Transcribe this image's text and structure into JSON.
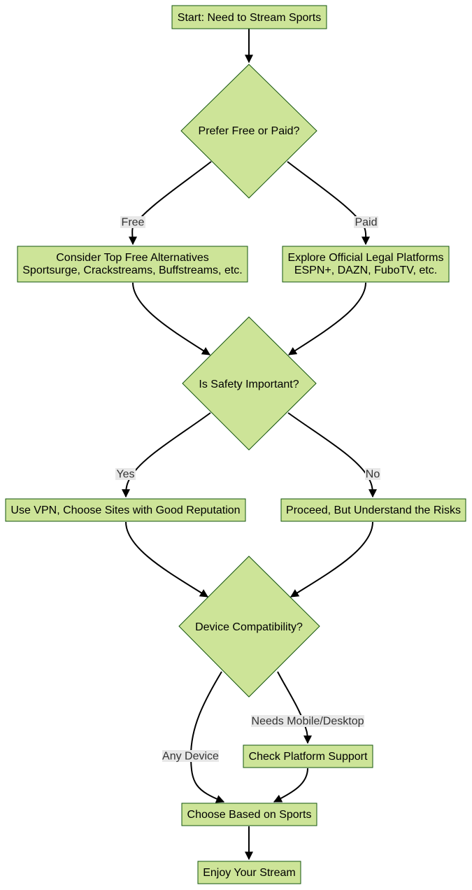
{
  "colors": {
    "node_fill": "#cde498",
    "node_stroke": "#13540c",
    "edge": "#000000",
    "label_bg": "#e8e8e8"
  },
  "nodes": {
    "start": {
      "label": "Start: Need to Stream Sports"
    },
    "prefer_free_paid": {
      "label": "Prefer Free or Paid?"
    },
    "free_alternatives": {
      "line1": "Consider Top Free Alternatives",
      "line2": "Sportsurge, Crackstreams, Buffstreams, etc."
    },
    "legal_platforms": {
      "line1": "Explore Official Legal Platforms",
      "line2": "ESPN+, DAZN, FuboTV, etc."
    },
    "safety_important": {
      "label": "Is Safety Important?"
    },
    "use_vpn": {
      "label": "Use VPN, Choose Sites with Good Reputation"
    },
    "proceed_risks": {
      "label": "Proceed, But Understand the Risks"
    },
    "device_compat": {
      "label": "Device Compatibility?"
    },
    "check_platform": {
      "label": "Check Platform Support"
    },
    "choose_sports": {
      "label": "Choose Based on Sports"
    },
    "enjoy_stream": {
      "label": "Enjoy Your Stream"
    }
  },
  "edges": {
    "free": "Free",
    "paid": "Paid",
    "yes": "Yes",
    "no": "No",
    "needs_mobile_desktop": "Needs Mobile/Desktop",
    "any_device": "Any Device"
  }
}
